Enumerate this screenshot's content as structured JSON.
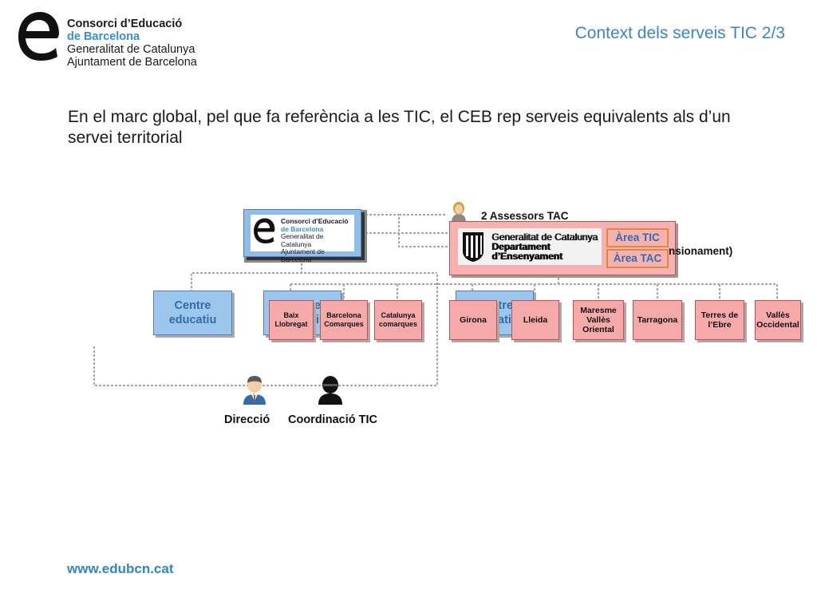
{
  "header": {
    "logo": {
      "line1": "Consorci d’Educació",
      "line2": "de Barcelona",
      "line3": "Generalitat de Catalunya",
      "line4": "Ajuntament de Barcelona"
    },
    "title": "Context dels serveis TIC 2/3"
  },
  "intro_text": "En el marc global, pel que fa referència a les TIC,  el CEB rep serveis equivalents als d’un servei territorial",
  "diagram": {
    "ceb_box": {
      "line1": "Consorci d’Educació",
      "line2": "de Barcelona",
      "line3": "Generalitat de Catalunya",
      "line4": "Ajuntament de Barcelona"
    },
    "generalitat_box": {
      "line1": "Generalitat de Catalunya",
      "line2": "Departament",
      "line3": "d’Ensenyament"
    },
    "area_tic": "Àrea TIC",
    "area_tac": "Àrea TAC",
    "assessors": "2 Assessors TAC",
    "dimensionament": "nsionament)",
    "centres": {
      "left": "Centre educatiu",
      "behind_1": "Centre educatiu",
      "behind_2": "Centre educatiu"
    },
    "territories": [
      "Baix Llobregat",
      "Barcelona Comarques",
      "Catalunya comarques",
      "Girona",
      "Lleida",
      "Maresme Vallès Oriental",
      "Tarragona",
      "Terres de l’Ebre",
      "Vallès Occidental"
    ],
    "people": {
      "direccio": "Direcció",
      "coordinacio": "Coordinació TIC"
    }
  },
  "footer": {
    "url": "www.edubcn.cat"
  },
  "colors": {
    "accent_blue": "#3a86c4",
    "box_blue": "#9cc6ec",
    "box_pink": "#f6a9a9",
    "area_text": "#2f6ea8"
  }
}
